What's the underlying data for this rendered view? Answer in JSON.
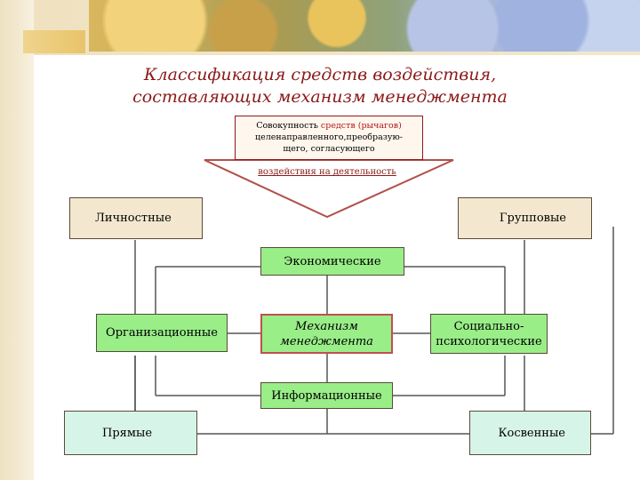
{
  "title": {
    "line1": "Классификация средств воздействия,",
    "line2": "составляющих механизм менеджмента"
  },
  "top_note": {
    "part1": "Совокупность ",
    "part2": "средств (рычагов)",
    "line2": "целенаправленного,преобразую-",
    "line3": "щего, согласующего",
    "arrow_text": "воздействия на деятельность"
  },
  "boxes": {
    "personal": "Личностные",
    "group": "Групповые",
    "economic": "Экономические",
    "organizational": "Организационные",
    "mechanism": "Механизм менеджмента",
    "social": "Социально-психологические",
    "informational": "Информационные",
    "direct": "Прямые",
    "indirect": "Косвенные"
  },
  "colors": {
    "title": "#8b1a1a",
    "green_box": "#99ee88",
    "beige_box": "#f3e8cf",
    "mint_box": "#d6f5e8",
    "arrow_border": "#b0504a"
  }
}
